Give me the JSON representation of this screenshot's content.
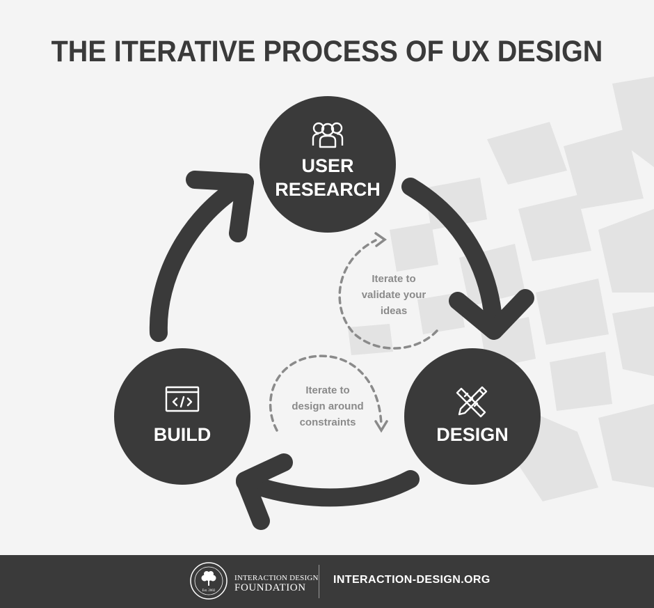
{
  "title": "THE ITERATIVE PROCESS OF UX DESIGN",
  "nodes": {
    "user_research": {
      "line1": "USER",
      "line2": "RESEARCH",
      "icon": "users-icon"
    },
    "design": {
      "label": "DESIGN",
      "icon": "pencil-ruler-icon"
    },
    "build": {
      "label": "BUILD",
      "icon": "code-window-icon"
    }
  },
  "loops": {
    "validate": {
      "line1": "Iterate to",
      "line2": "validate your",
      "line3": "ideas"
    },
    "constraints": {
      "line1": "Iterate to",
      "line2": "design around",
      "line3": "constraints"
    }
  },
  "footer": {
    "brand_line1": "INTERACTION DESIGN",
    "brand_line2": "FOUNDATION",
    "seal_text": "Est. 2002",
    "url": "INTERACTION-DESIGN.ORG"
  },
  "colors": {
    "background": "#f4f4f4",
    "node_fill": "#3a3a3a",
    "arrow": "#3a3a3a",
    "dashed_loop": "#8a8a8a",
    "watermark": "#e2e2e2",
    "footer_bg": "#3a3a3a"
  }
}
